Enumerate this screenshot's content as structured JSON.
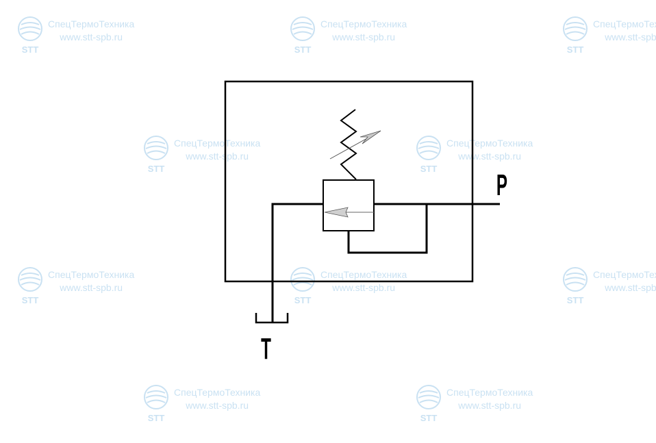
{
  "watermark": {
    "company": "СпецТермоТехника",
    "url": "www.stt-spb.ru",
    "logo_text": "STT",
    "color": "#5aa4d8",
    "icon": "stt-sphere-logo"
  },
  "diagram": {
    "type": "hydraulic-schematic",
    "component": "pressure relief valve with adjustable spring",
    "ports": {
      "pressure": "P",
      "tank": "T"
    },
    "line_color": "#000000",
    "arrow_fill": "#c8c8c8"
  }
}
